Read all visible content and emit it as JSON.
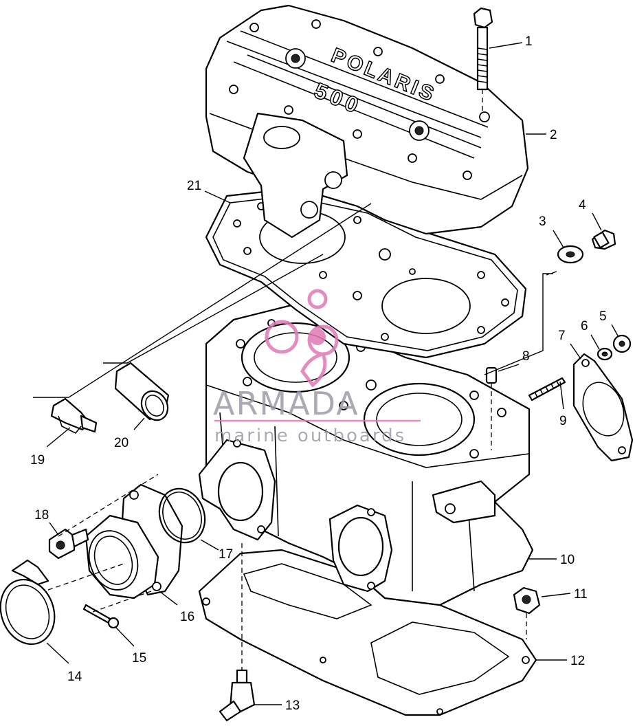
{
  "callouts": [
    {
      "id": "1",
      "label": "1"
    },
    {
      "id": "2",
      "label": "2"
    },
    {
      "id": "3",
      "label": "3"
    },
    {
      "id": "4",
      "label": "4"
    },
    {
      "id": "5",
      "label": "5"
    },
    {
      "id": "6",
      "label": "6"
    },
    {
      "id": "7",
      "label": "7"
    },
    {
      "id": "8",
      "label": "8"
    },
    {
      "id": "9",
      "label": "9"
    },
    {
      "id": "10",
      "label": "10"
    },
    {
      "id": "11",
      "label": "11"
    },
    {
      "id": "12",
      "label": "12"
    },
    {
      "id": "13",
      "label": "13"
    },
    {
      "id": "14",
      "label": "14"
    },
    {
      "id": "15",
      "label": "15"
    },
    {
      "id": "16",
      "label": "16"
    },
    {
      "id": "17",
      "label": "17"
    },
    {
      "id": "18",
      "label": "18"
    },
    {
      "id": "19",
      "label": "19"
    },
    {
      "id": "20",
      "label": "20"
    },
    {
      "id": "21",
      "label": "21"
    }
  ],
  "head_casting_text": "POLARIS",
  "head_casting_number": "500",
  "watermark": {
    "brand": "ARMADA",
    "tagline": "marine outboards",
    "color": "#9c9ca8",
    "logo_color": "#e078b4"
  }
}
